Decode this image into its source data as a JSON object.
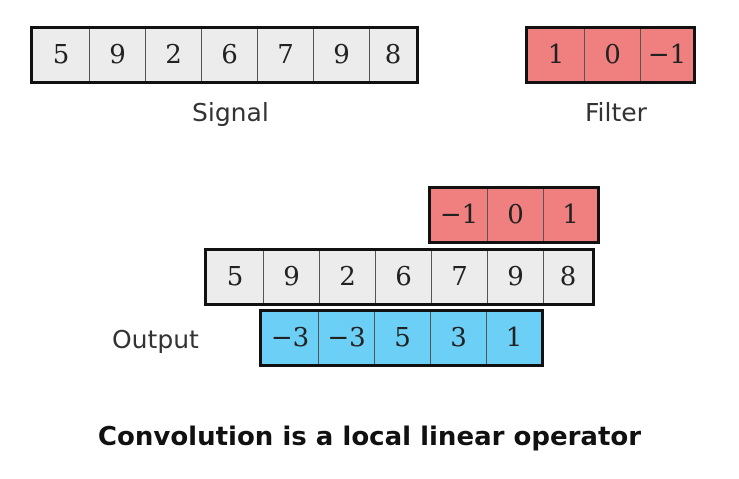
{
  "signal": {
    "label": "Signal",
    "values": [
      "5",
      "9",
      "2",
      "6",
      "7",
      "9",
      "8"
    ]
  },
  "filter": {
    "label": "Filter",
    "values": [
      "1",
      "0",
      "−1"
    ]
  },
  "flipped_filter": {
    "values": [
      "−1",
      "0",
      "1"
    ]
  },
  "aligned_signal": {
    "values": [
      "5",
      "9",
      "2",
      "6",
      "7",
      "9",
      "8"
    ]
  },
  "output": {
    "label": "Output",
    "values": [
      "−3",
      "−3",
      "5",
      "3",
      "1"
    ]
  },
  "caption": "Convolution is a local linear operator",
  "colors": {
    "signal_fill": "#ececec",
    "filter_fill": "#f07f7f",
    "output_fill": "#6ccff6"
  }
}
